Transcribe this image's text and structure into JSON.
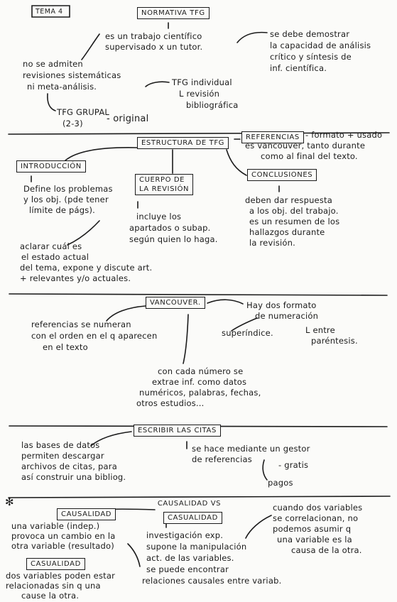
{
  "header": {
    "tema": "TEMA 4",
    "title": "NORMATIVA TFG"
  },
  "normativa": {
    "definition": [
      "es un trabajo científico",
      "supervisado x un tutor."
    ],
    "demonstrate": [
      "se debe demostrar",
      "la capacidad de análisis",
      "crítico y síntesis de",
      "inf. científica."
    ],
    "no_admiten": [
      "no se admiten",
      "revisiones sistemáticas",
      "ni meta-análisis."
    ],
    "individual": [
      "TFG individual",
      "L revisión",
      "bibliográfica"
    ],
    "grupal": [
      "TFG GRUPAL",
      "(2-3)"
    ],
    "original": "- original"
  },
  "estructura": {
    "title": "ESTRUCTURA DE TFG",
    "referencias_box": "REFERENCIAS",
    "referencias_text": [
      "- formato + usado",
      "es vancouver, tanto durante",
      "como al final del texto."
    ],
    "introduccion_box": "INTRODUCCIÓN",
    "introduccion_text": [
      "Define los problemas",
      "y los obj. (pde tener",
      "límite de págs)."
    ],
    "cuerpo_box": [
      "CUERPO DE",
      "LA REVISIÓN"
    ],
    "cuerpo_text": [
      "incluye los",
      "apartados o subap.",
      "según quien lo haga."
    ],
    "conclusiones_box": "CONCLUSIONES",
    "conclusiones_text": [
      "deben dar respuesta",
      "a los obj. del trabajo.",
      "es un resumen de los",
      "hallazgos durante",
      "la revisión."
    ],
    "aclarar_text": [
      "aclarar cuál es",
      "el estado actual",
      "del tema, expone y discute art.",
      "+ relevantes y/o actuales."
    ]
  },
  "vancouver": {
    "title": "VANCOUVER.",
    "left": [
      "referencias se numeran",
      "con el orden en el q aparecen",
      "en el texto"
    ],
    "right": [
      "Hay dos formato",
      "de numeración"
    ],
    "superindice": "superíndice.",
    "parentesis": [
      "L entre",
      "paréntesis."
    ],
    "bottom": [
      "con cada número se",
      "extrae inf. como datos",
      "numéricos, palabras, fechas,",
      "otros estudios..."
    ]
  },
  "citas": {
    "title": "ESCRIBIR LAS CITAS",
    "left": [
      "las bases de datos",
      "permiten descargar",
      "archivos de citas, para",
      "así construir una bibliog."
    ],
    "right": [
      "se hace mediante un gestor",
      "de referencias"
    ],
    "gratis": "- gratis",
    "pagos": "pagos"
  },
  "causalidad": {
    "asterisk": "✻",
    "title": [
      "CAUSALIDAD VS",
      "CASUALIDAD"
    ],
    "causalidad_box": "CAUSALIDAD",
    "causalidad_text": [
      "una variable (indep.)",
      "provoca un cambio en la",
      "otra variable (resultado)"
    ],
    "casualidad_box": "CASUALIDAD",
    "casualidad_text": [
      "dos variables poden estar",
      "relacionadas sin q una",
      "cause la otra."
    ],
    "center_text": [
      "investigación exp.",
      "supone la manipulación",
      "act. de las variables.",
      "se puede encontrar",
      "relaciones causales entre variab."
    ],
    "right_text": [
      "cuando dos variables",
      "se correlacionan, no",
      "podemos asumir q",
      "una variable es la",
      "causa de la otra."
    ]
  }
}
